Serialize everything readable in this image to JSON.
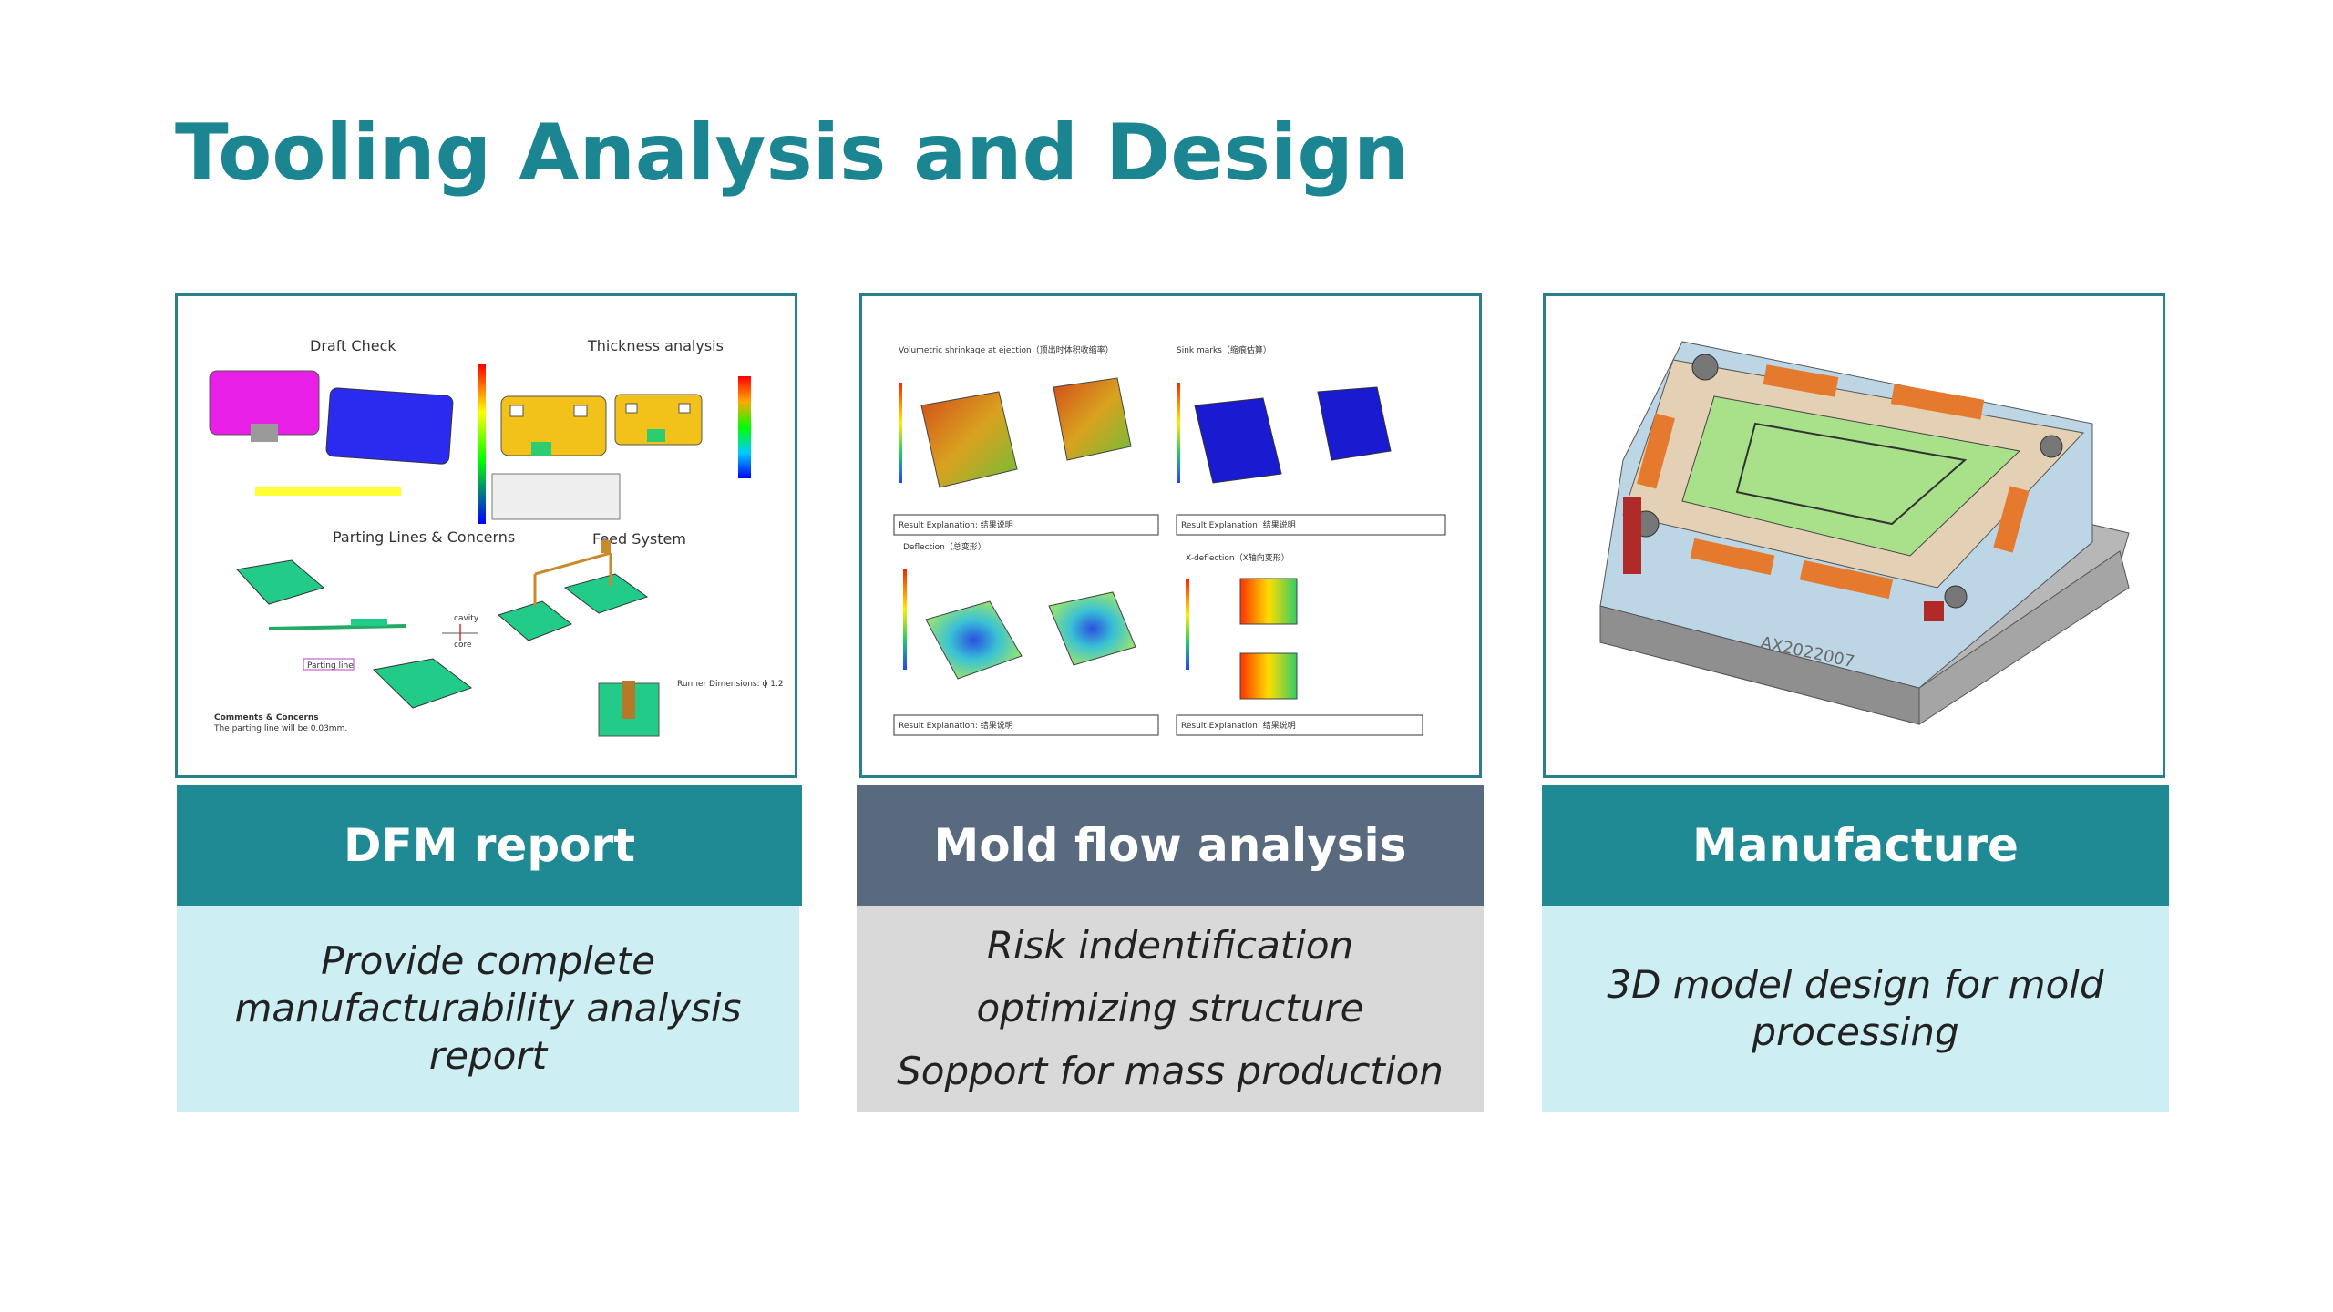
{
  "title": "Tooling Analysis and Design",
  "cards": [
    {
      "heading": "DFM report",
      "description": "Provide complete manufacturability analysis report",
      "image_labels": {
        "draft_check": "Draft Check",
        "thickness": "Thickness analysis",
        "parting": "Parting Lines & Concerns",
        "feed": "Feed System",
        "parting_line": "Parting line",
        "cavity": "cavity",
        "core": "core",
        "comments": "Comments & Concerns",
        "comments_text": "The parting line will be 0.03mm.",
        "runner": "Runner Dimensions: ϕ 1.2"
      }
    },
    {
      "heading": "Mold flow analysis",
      "lines": [
        "Risk indentification",
        "optimizing structure",
        "Sopport for mass production"
      ],
      "image_labels": {
        "volumetric": "Volumetric shrinkage at ejection（顶出时体积收缩率）",
        "sink": "Sink marks（缩痕估算）",
        "deflection": "Deflection（总变形）",
        "x_deflection": "X-deflection（X轴向变形）",
        "result": "Result Explanation: 结果说明"
      }
    },
    {
      "heading": "Manufacture",
      "description": "3D model design for mold processing",
      "image_labels": {
        "mold_code": "AX2022007"
      }
    }
  ],
  "colors": {
    "title": "#1c8592",
    "teal": "#1f8a94",
    "slate": "#5a6a7e",
    "light_teal": "#cdeff4",
    "light_gray": "#d9d9d9"
  }
}
